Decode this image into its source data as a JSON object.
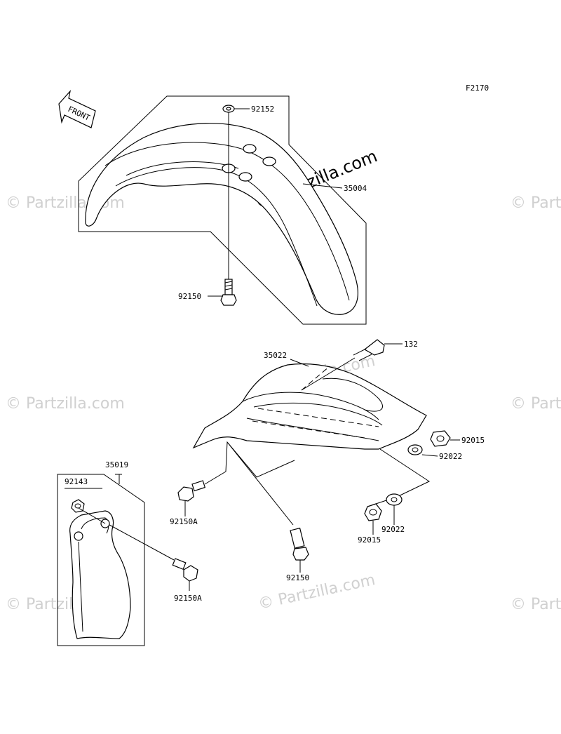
{
  "figure_code": "F2170",
  "front_arrow": "FRONT",
  "watermark": "© Partzilla.com",
  "watermark_center": "© Partzilla.com",
  "labels": {
    "p92152": "92152",
    "p35004": "35004",
    "p92150_top": "92150",
    "p35022": "35022",
    "p132": "132",
    "p92015_right": "92015",
    "p92022_right": "92022",
    "p92150A_mid": "92150A",
    "p92015_low": "92015",
    "p92022_low": "92022",
    "p92150_low": "92150",
    "p35019": "35019",
    "p92143": "92143",
    "p92150A_low": "92150A"
  }
}
